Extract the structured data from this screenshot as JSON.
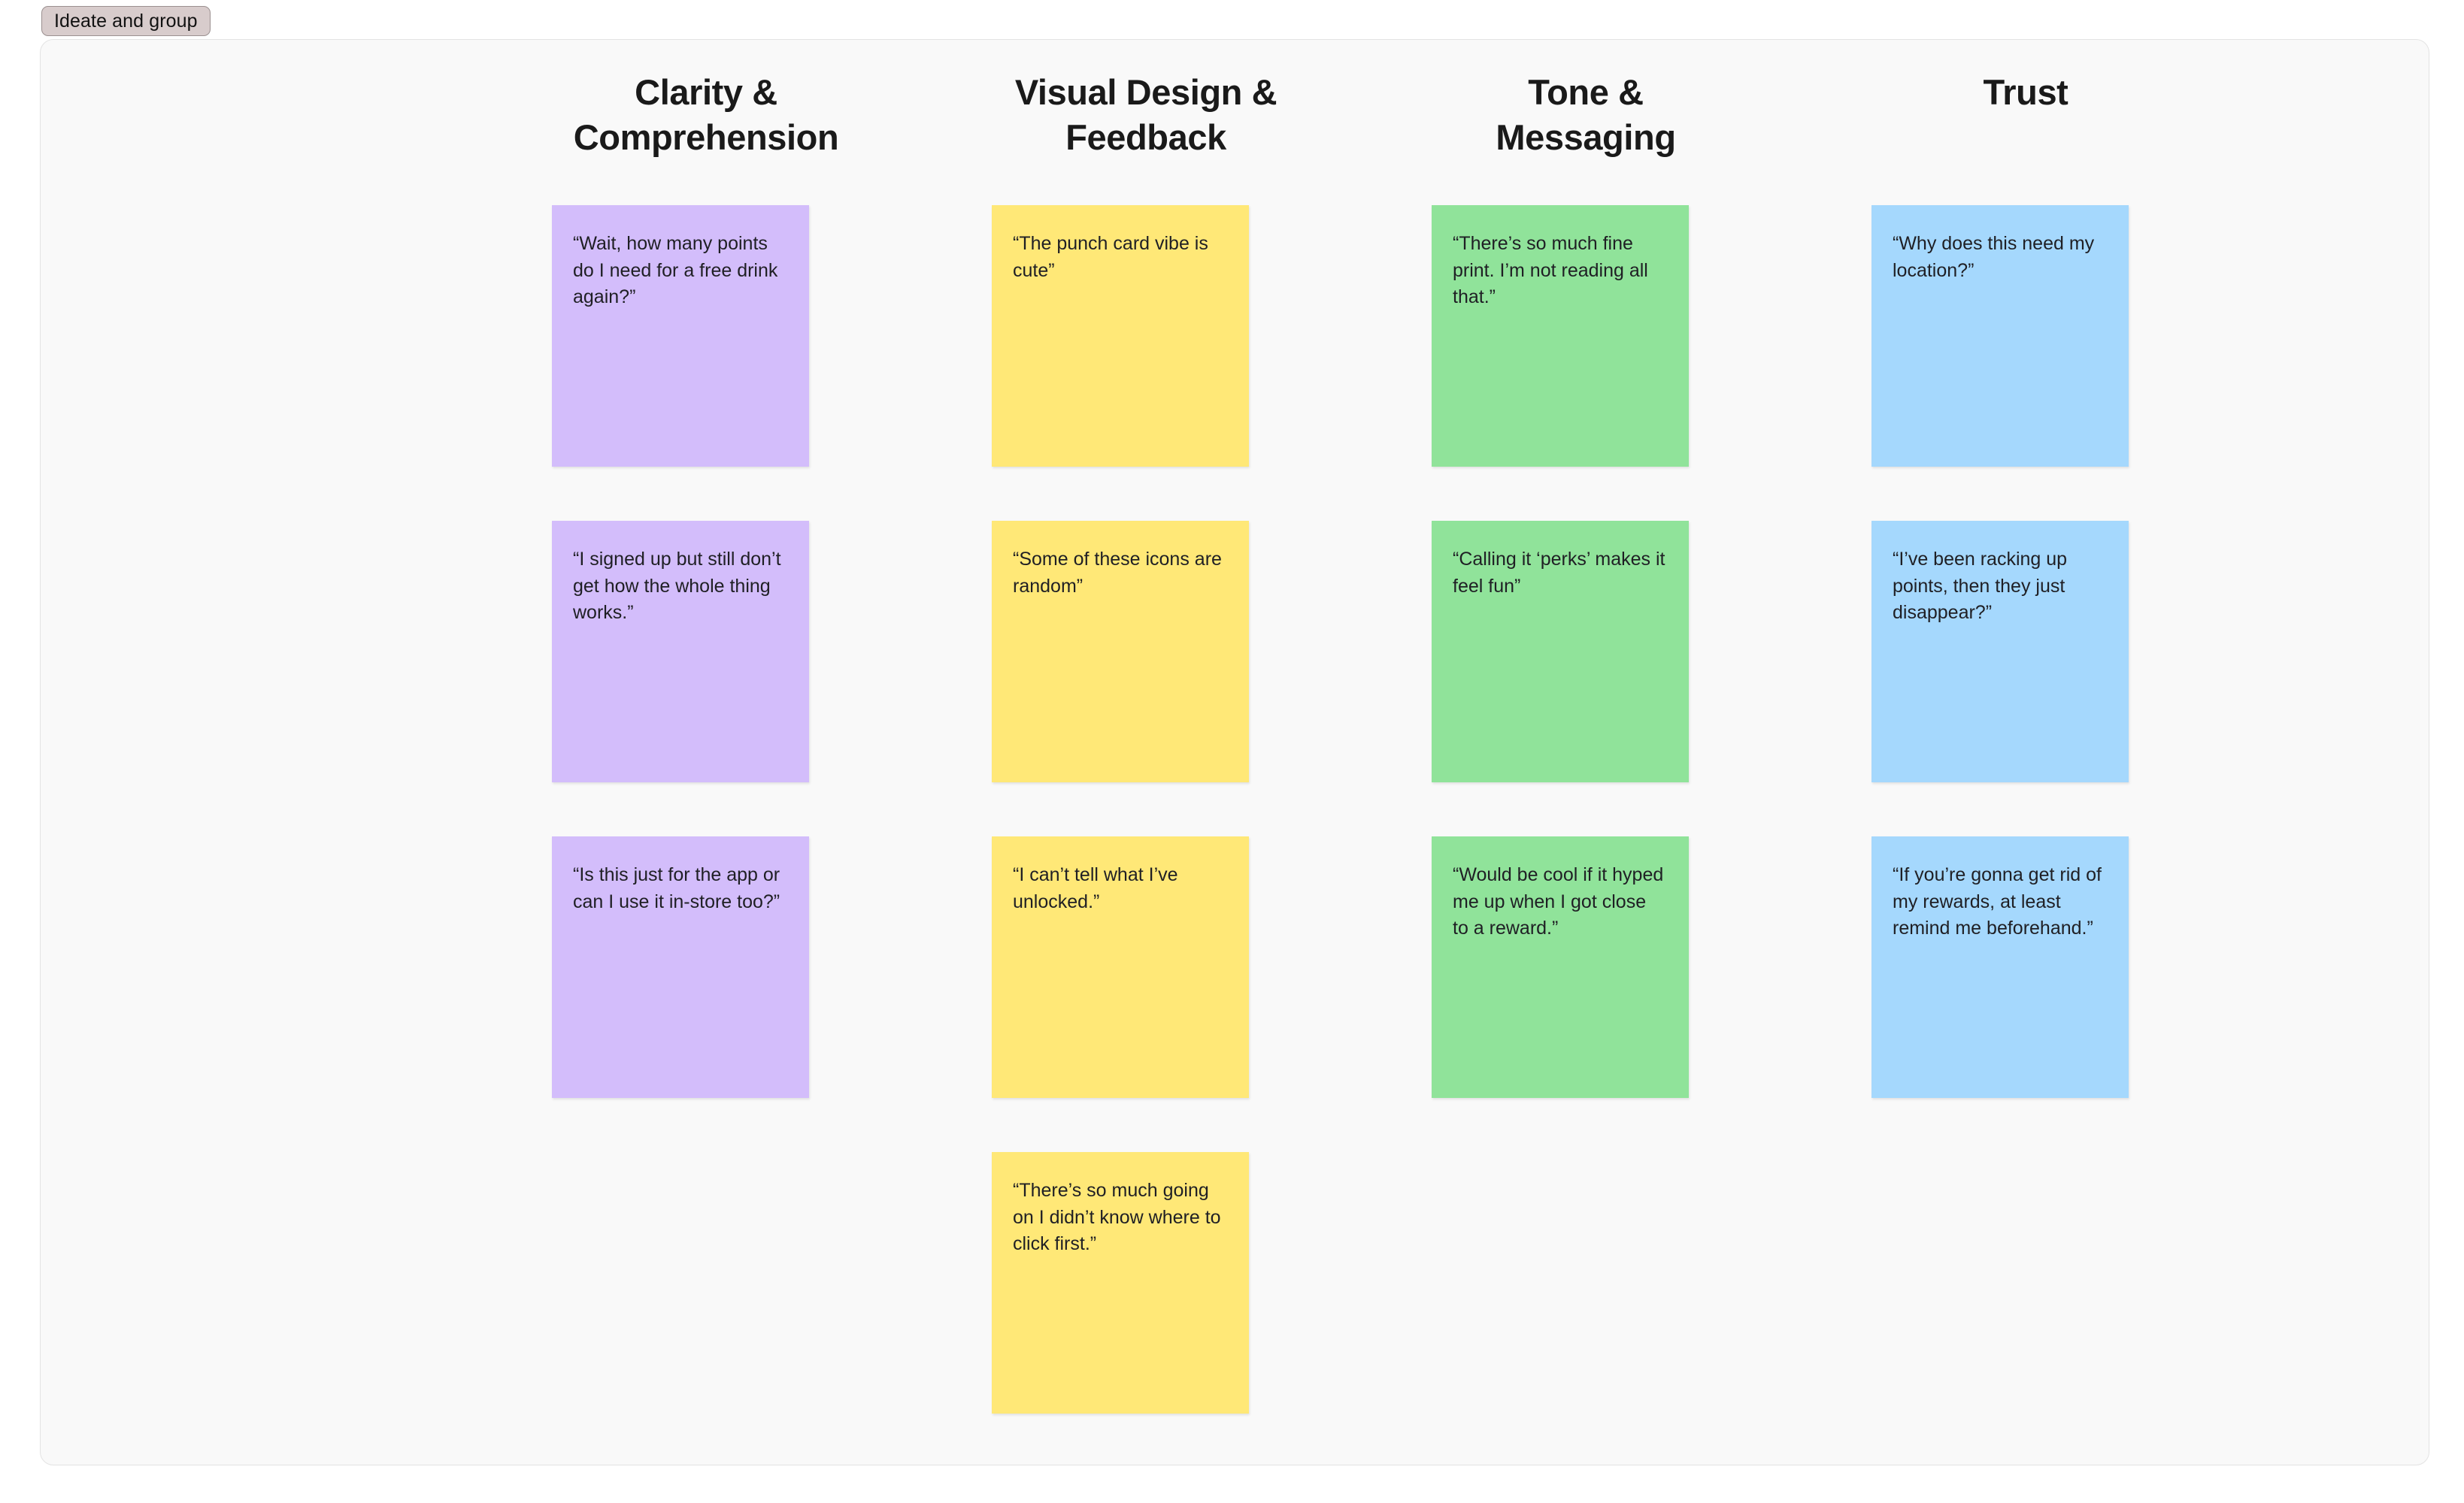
{
  "tab": {
    "label": "Ideate and group"
  },
  "board": {
    "columns": [
      {
        "id": "clarity-comprehension",
        "title": "Clarity &\nComprehension",
        "color": "#d3bdfb",
        "notes": [
          {
            "text": "“Wait, how many points do I need for a free drink again?”"
          },
          {
            "text": "“I signed up but still don’t get how the whole thing works.”"
          },
          {
            "text": "“Is this just for the app or can I use it in-store too?”"
          }
        ]
      },
      {
        "id": "visual-design-feedback",
        "title": "Visual Design &\nFeedback",
        "color": "#ffe877",
        "notes": [
          {
            "text": "“The punch card vibe is cute”"
          },
          {
            "text": "“Some of these icons are random”"
          },
          {
            "text": "“I can’t tell what I’ve unlocked.”"
          },
          {
            "text": "“There’s so much going on I didn’t know where to click first.”"
          }
        ]
      },
      {
        "id": "tone-messaging",
        "title": "Tone &\nMessaging",
        "color": "#90e39a",
        "notes": [
          {
            "text": "“There’s so much fine print. I’m not reading all that.”"
          },
          {
            "text": "“Calling it ‘perks’ makes it feel fun”"
          },
          {
            "text": "“Would be cool if it hyped me up when I got close to a reward.”"
          }
        ]
      },
      {
        "id": "trust",
        "title": "Trust",
        "color": "#a5d8fd",
        "notes": [
          {
            "text": "“Why does this need my location?”"
          },
          {
            "text": "“I’ve been racking up points, then they just disappear?”"
          },
          {
            "text": "“If you’re gonna get rid of my rewards, at least remind me beforehand.”"
          }
        ]
      }
    ]
  }
}
